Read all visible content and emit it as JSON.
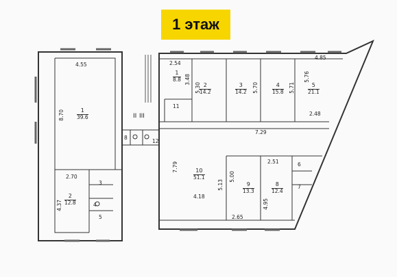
{
  "floor_label": "1 этаж",
  "section_marks": [
    "II",
    "III"
  ],
  "rooms": {
    "r1_left": {
      "num": "1",
      "area": "39.6"
    },
    "r2_left": {
      "num": "2",
      "area": "12.8"
    },
    "r3_left": {
      "num": "3",
      "area": ""
    },
    "r4_left": {
      "num": "4",
      "area": ""
    },
    "r5_left": {
      "num": "5",
      "area": ""
    },
    "r1_right": {
      "num": "1",
      "area": "8.8"
    },
    "r2_right": {
      "num": "2",
      "area": "14.2"
    },
    "r3_right": {
      "num": "3",
      "area": "14.2"
    },
    "r4_right": {
      "num": "4",
      "area": "15.8"
    },
    "r5_right": {
      "num": "5",
      "area": "21.1"
    },
    "r6_right": {
      "num": "6",
      "area": ""
    },
    "r7_right": {
      "num": "7",
      "area": ""
    },
    "r8_right": {
      "num": "8",
      "area": "12.4"
    },
    "r9_right": {
      "num": "9",
      "area": "13.3"
    },
    "r10_right": {
      "num": "10",
      "area": "51.1"
    },
    "r11_right": {
      "num": "11",
      "area": ""
    },
    "r8_mid": {
      "num": "8",
      "area": ""
    },
    "r12_mid": {
      "num": "12",
      "area": ""
    }
  },
  "dimensions": {
    "d455": "4.55",
    "d870": "8.70",
    "d270": "2.70",
    "d437": "4.37",
    "d254": "2.54",
    "d348": "3.48",
    "d530": "5.30",
    "d570": "5.70",
    "d571": "5.71",
    "d576": "5.76",
    "d485": "4.85",
    "d248": "2.48",
    "d729": "7.29",
    "d779": "7.79",
    "d418": "4.18",
    "d513": "5.13",
    "d500": "5.00",
    "d265": "2.65",
    "d495": "4.95",
    "d251": "2.51"
  }
}
